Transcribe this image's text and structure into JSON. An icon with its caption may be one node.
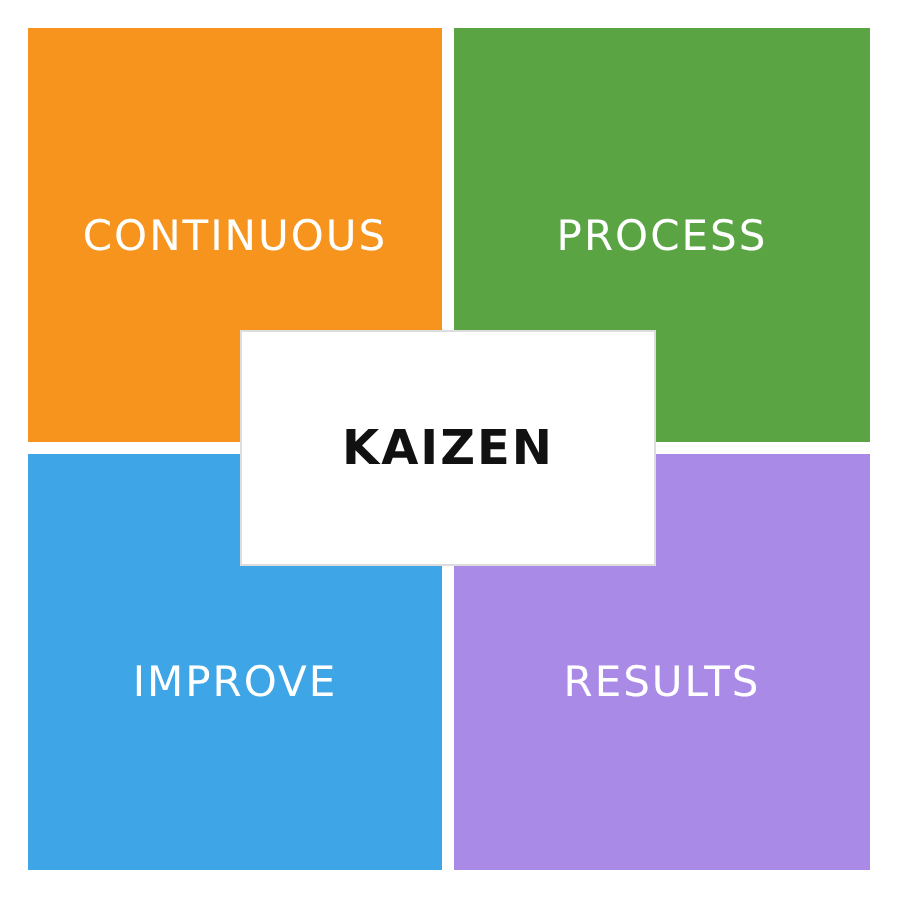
{
  "diagram": {
    "nodes": [
      {
        "text": [
          "CONTINUOUS"
        ]
      },
      {
        "text": [
          "PROCESS"
        ]
      },
      {
        "text": [
          "KAIZEN"
        ]
      },
      {
        "text": [
          "IMPROVE"
        ]
      },
      {
        "text": [
          "RESULTS"
        ]
      }
    ]
  }
}
